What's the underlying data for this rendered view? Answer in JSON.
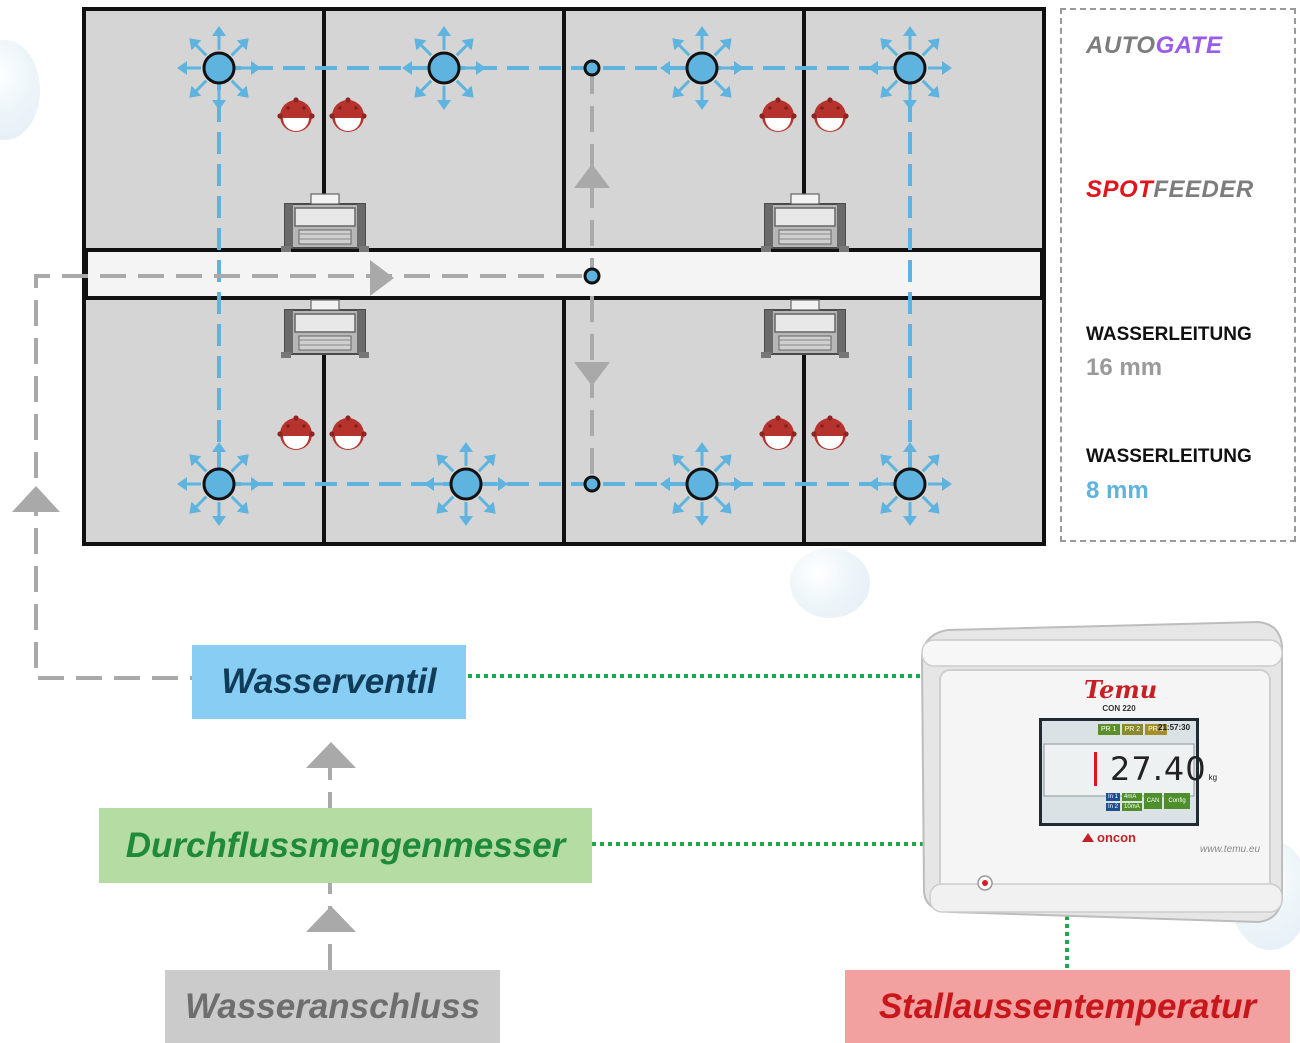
{
  "legend": {
    "autogate_prefix": "AUTO",
    "autogate_suffix": "GATE",
    "spotfeeder_prefix": "SPOT",
    "spotfeeder_suffix": "FEEDER",
    "pipe16_label": "WASSERLEITUNG",
    "pipe16_size": "16 mm",
    "pipe8_label": "WASSERLEITUNG",
    "pipe8_size": "8 mm"
  },
  "boxes": {
    "wasserventil": "Wasserventil",
    "durchfluss": "Durchflussmengenmesser",
    "wasseranschluss": "Wasseranschluss",
    "stalltemp": "Stallaussentemperatur"
  },
  "controller": {
    "brand": "Temu",
    "model": "CON 220",
    "tabs": [
      "PR 1",
      "PR 2",
      "PR 3"
    ],
    "clock": "21:57:30",
    "weight": "27.40",
    "unit": "kg",
    "inputs": [
      "In 1",
      "In 2"
    ],
    "currents": [
      "4mA",
      "10mA"
    ],
    "buttons": [
      "CAN",
      "Config"
    ],
    "logo": "oncon",
    "url": "www.temu.eu"
  },
  "colors": {
    "pipe16": "#a9a9a9",
    "pipe8": "#5fb3df",
    "node": "#5fb3df",
    "ventil_bg": "#87cdf4",
    "ventil_text": "#103c58",
    "durchfluss_bg": "#b5dca3",
    "durchfluss_text": "#1f8a3c",
    "anschluss_bg": "#cbcbcb",
    "anschluss_text": "#6e6e6e",
    "stall_bg": "#f2a0a0",
    "stall_text": "#c8171b",
    "signal": "#1aa84b",
    "autogate_accent": "#9a5ce8",
    "spot_accent": "#e0151b",
    "feeder_red": "#b5332c"
  }
}
